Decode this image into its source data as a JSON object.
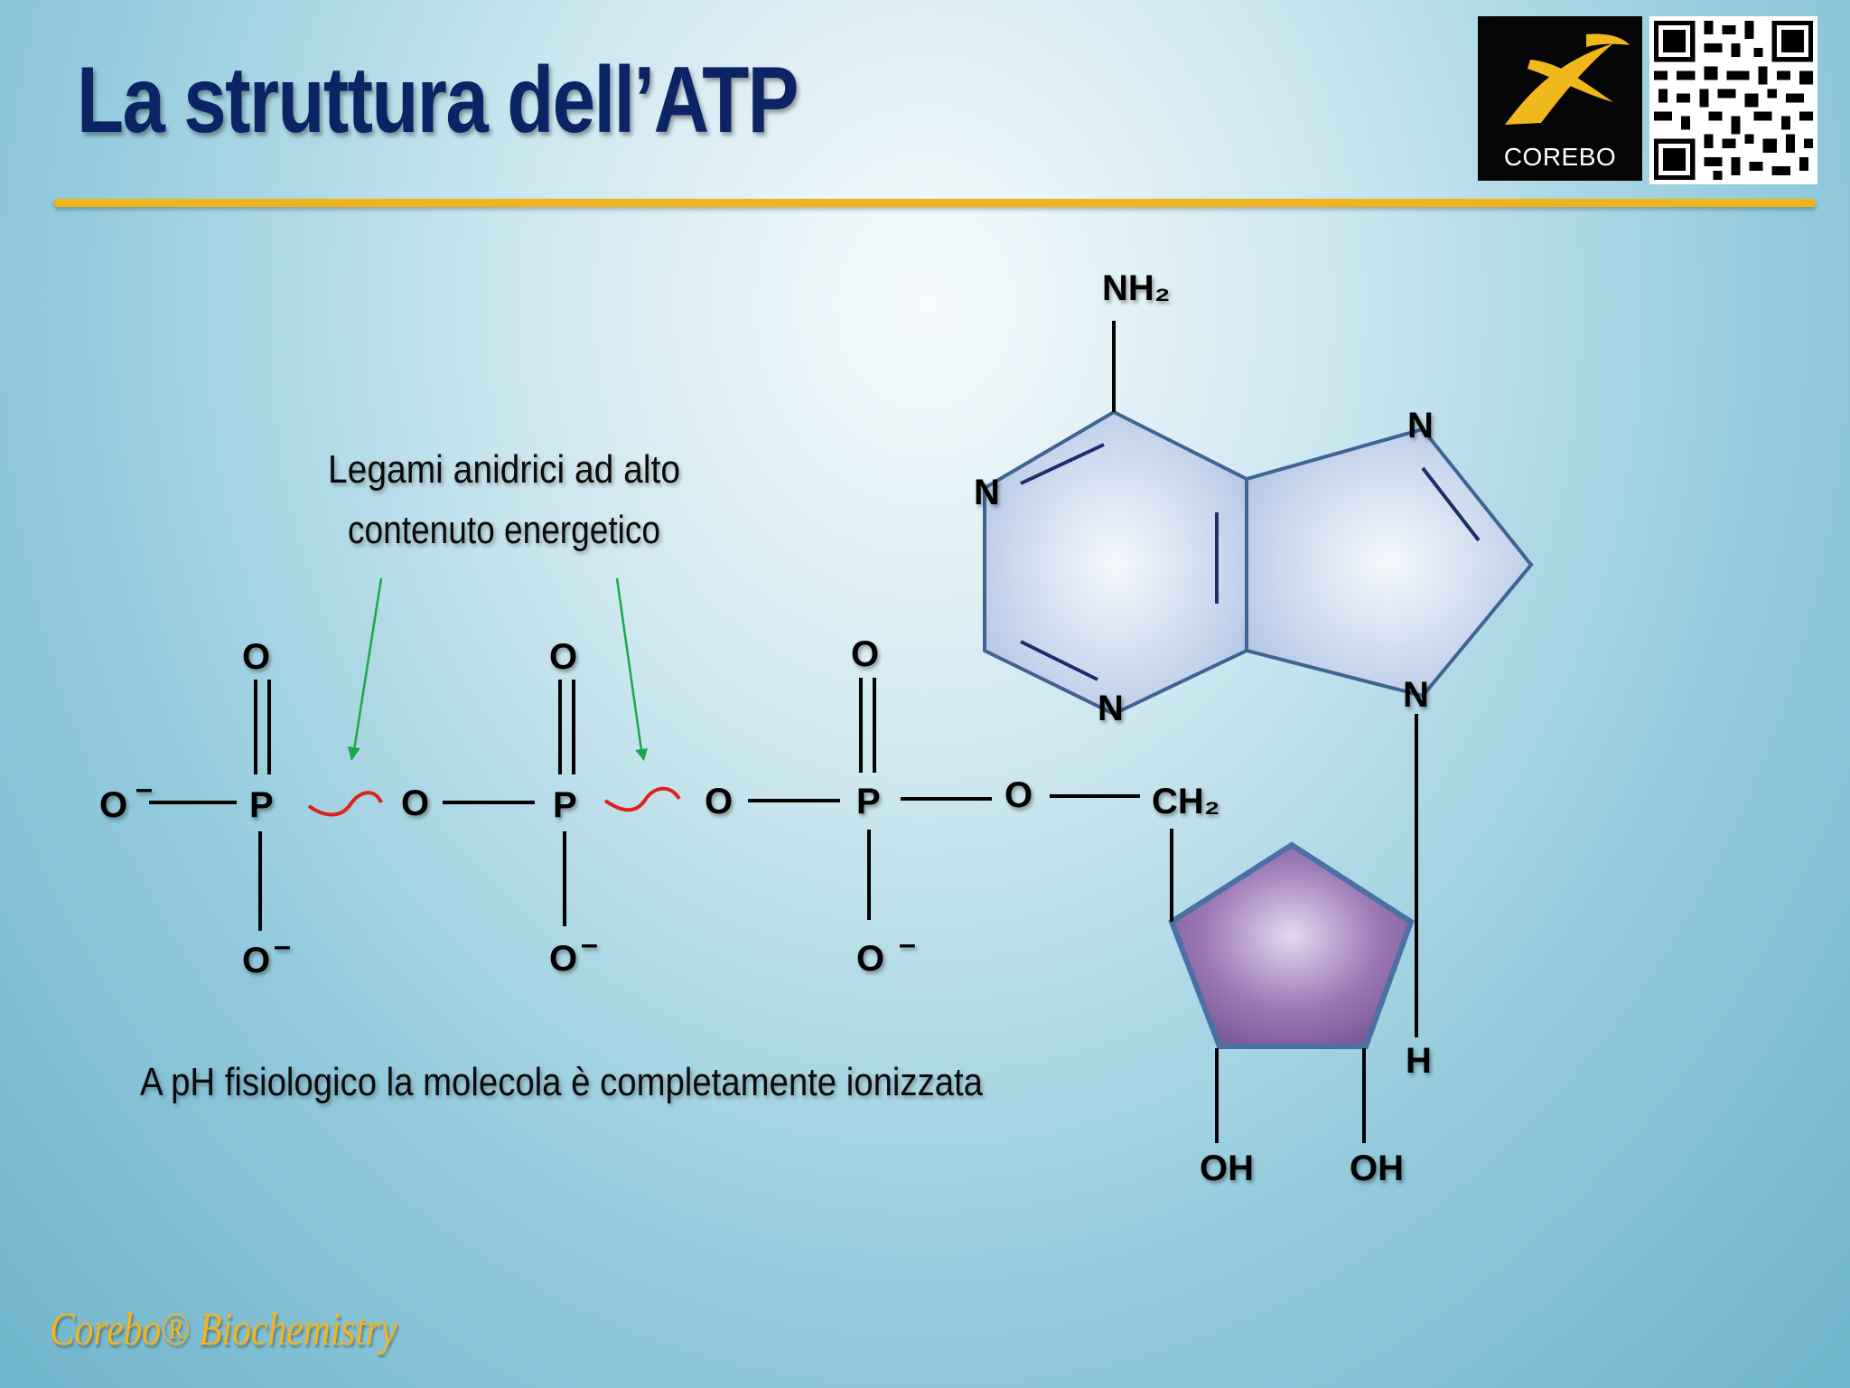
{
  "slide": {
    "title": "La struttura dell’ATP",
    "footer": "Corebo® Biochemistry"
  },
  "logo": {
    "text": "COREBO",
    "icon": "corebo-swoosh-icon"
  },
  "qr_code": {
    "icon": "qr-code-icon"
  },
  "colors": {
    "title": "#0c2466",
    "rule": "#f1b51c",
    "footer": "#f5b31c",
    "anhydride_bond": "#e0201c",
    "arrow": "#1aa84a",
    "adenine_fill": "#c7d6ec",
    "ribose_fill": "#9a78b2"
  },
  "annotations": {
    "bond_label_line1": "Legami anidrici ad alto",
    "bond_label_line2": "contenuto energetico",
    "ionization_note": "A pH fisiologico la molecola è completamente ionizzata"
  },
  "molecule": {
    "phosphate_1": {
      "o_left": "O",
      "o_left_charge": "–",
      "p": "P",
      "o_top": "O",
      "o_bottom": "O",
      "o_bottom_charge": "–"
    },
    "bridge_o_1": "O",
    "phosphate_2": {
      "p": "P",
      "o_top": "O",
      "o_bottom": "O",
      "o_bottom_charge": "–"
    },
    "bridge_o_2": "O",
    "phosphate_3": {
      "p": "P",
      "o_top": "O",
      "o_bottom": "O",
      "o_bottom_charge": "–"
    },
    "ester_o": "O",
    "ch2": "CH₂",
    "adenine": {
      "nh2": "NH₂",
      "n1": "N",
      "n3": "N",
      "n7": "N",
      "n9": "N"
    },
    "ribose": {
      "oh_2": "OH",
      "oh_3": "OH",
      "h": "H"
    }
  }
}
